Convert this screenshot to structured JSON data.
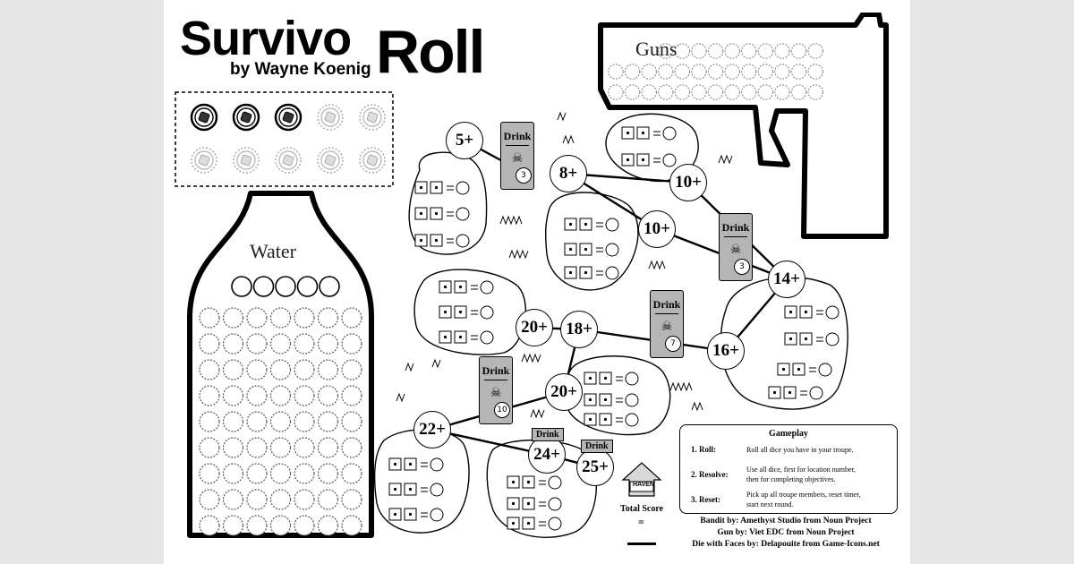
{
  "title": {
    "part1": "Survivo",
    "part2": "Roll",
    "author": "by Wayne Koenig"
  },
  "troupe": {
    "active_count": 3,
    "total": 10
  },
  "guns": {
    "label": "Guns"
  },
  "water": {
    "label": "Water"
  },
  "nodes": [
    {
      "id": "n5",
      "label": "5+"
    },
    {
      "id": "n8",
      "label": "8+"
    },
    {
      "id": "n10a",
      "label": "10+"
    },
    {
      "id": "n10b",
      "label": "10+"
    },
    {
      "id": "n14",
      "label": "14+"
    },
    {
      "id": "n16",
      "label": "16+"
    },
    {
      "id": "n18",
      "label": "18+"
    },
    {
      "id": "n20a",
      "label": "20+"
    },
    {
      "id": "n20b",
      "label": "20+"
    },
    {
      "id": "n22",
      "label": "22+"
    },
    {
      "id": "n24",
      "label": "24+"
    },
    {
      "id": "n25",
      "label": "25+"
    }
  ],
  "drink_cards": [
    {
      "label": "Drink",
      "number": "3"
    },
    {
      "label": "Drink",
      "number": "3"
    },
    {
      "label": "Drink",
      "number": "7"
    },
    {
      "label": "Drink",
      "number": "10"
    }
  ],
  "drink_tags": [
    "Drink",
    "Drink"
  ],
  "haven": {
    "label": "HAVEN"
  },
  "total_score": {
    "label": "Total Score",
    "equals": "="
  },
  "gameplay": {
    "title": "Gameplay",
    "steps": [
      {
        "key": "1. Roll:",
        "text": [
          "Roll all dice you have in your troupe."
        ]
      },
      {
        "key": "2. Resolve:",
        "text": [
          "Use all dice, first for location number,",
          "then for completing objectives."
        ]
      },
      {
        "key": "3. Reset:",
        "text": [
          "Pick up all troupe members, reset timer,",
          "start next round."
        ]
      }
    ]
  },
  "credits": [
    "Bandit by: Amethyst Studio from Noun Project",
    "Gun by: Viet EDC from Noun Project",
    "Die with Faces by: Delapouite from Game-Icons.net"
  ]
}
